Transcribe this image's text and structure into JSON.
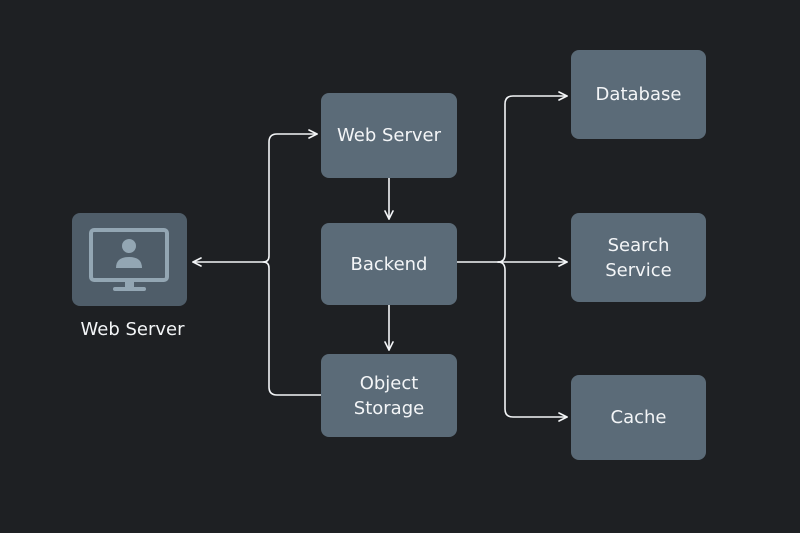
{
  "diagram": {
    "client": {
      "label": "Web Server",
      "icon": "monitor-user-icon"
    },
    "nodes": {
      "web_server": {
        "label": "Web Server"
      },
      "backend": {
        "label": "Backend"
      },
      "object_storage": {
        "line1": "Object",
        "line2": "Storage"
      },
      "database": {
        "label": "Database"
      },
      "search_service": {
        "line1": "Search",
        "line2": "Service"
      },
      "cache": {
        "label": "Cache"
      }
    },
    "colors": {
      "background": "#1e2023",
      "node_fill": "#5b6b78",
      "client_fill": "#4f5d69",
      "text": "#f3f5f7",
      "connector": "#f3f5f7"
    }
  }
}
